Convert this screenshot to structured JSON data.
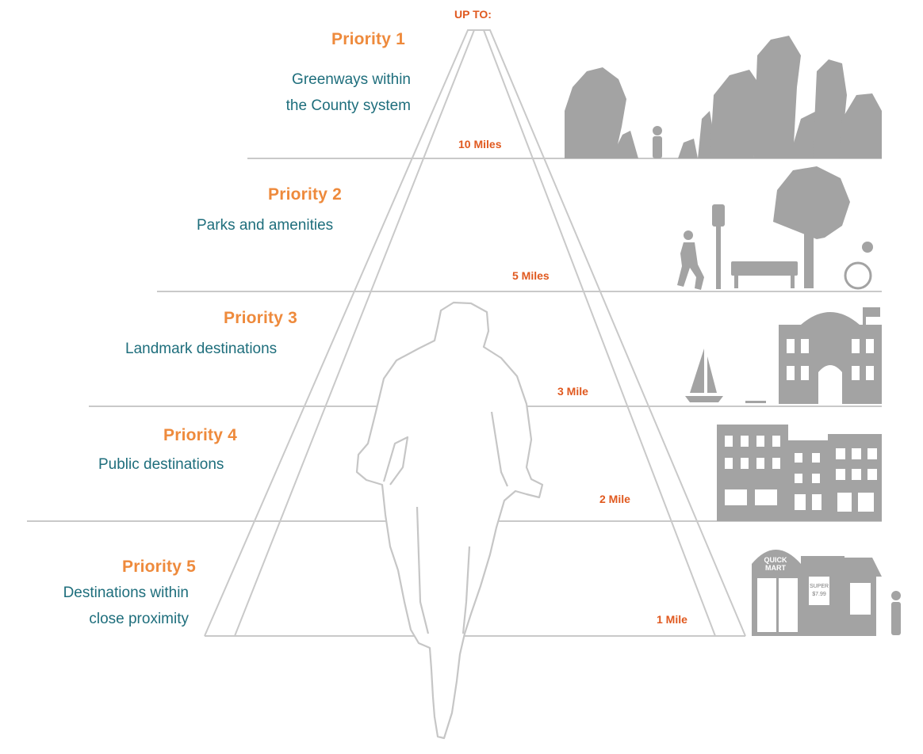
{
  "header": {
    "up_to": "UP TO:"
  },
  "tiers": [
    {
      "priority": "Priority 1",
      "description": [
        "Greenways within",
        "the County system"
      ],
      "distance": "10 Miles"
    },
    {
      "priority": "Priority 2",
      "description": [
        "Parks and amenities"
      ],
      "distance": "5 Miles"
    },
    {
      "priority": "Priority 3",
      "description": [
        "Landmark destinations"
      ],
      "distance": "3 Mile"
    },
    {
      "priority": "Priority 4",
      "description": [
        "Public destinations"
      ],
      "distance": "2 Mile"
    },
    {
      "priority": "Priority 5",
      "description": [
        "Destinations within",
        "close proximity"
      ],
      "distance": "1 Mile"
    }
  ],
  "signs": {
    "store": [
      "QUICK",
      "MART"
    ],
    "poster": [
      "SUPER",
      "$7.99"
    ]
  },
  "colors": {
    "priority": "#ee8a3c",
    "description": "#1e6e7c",
    "distance": "#e0591f",
    "lines": "#c8c8c8",
    "illustration": "#a3a3a3"
  }
}
